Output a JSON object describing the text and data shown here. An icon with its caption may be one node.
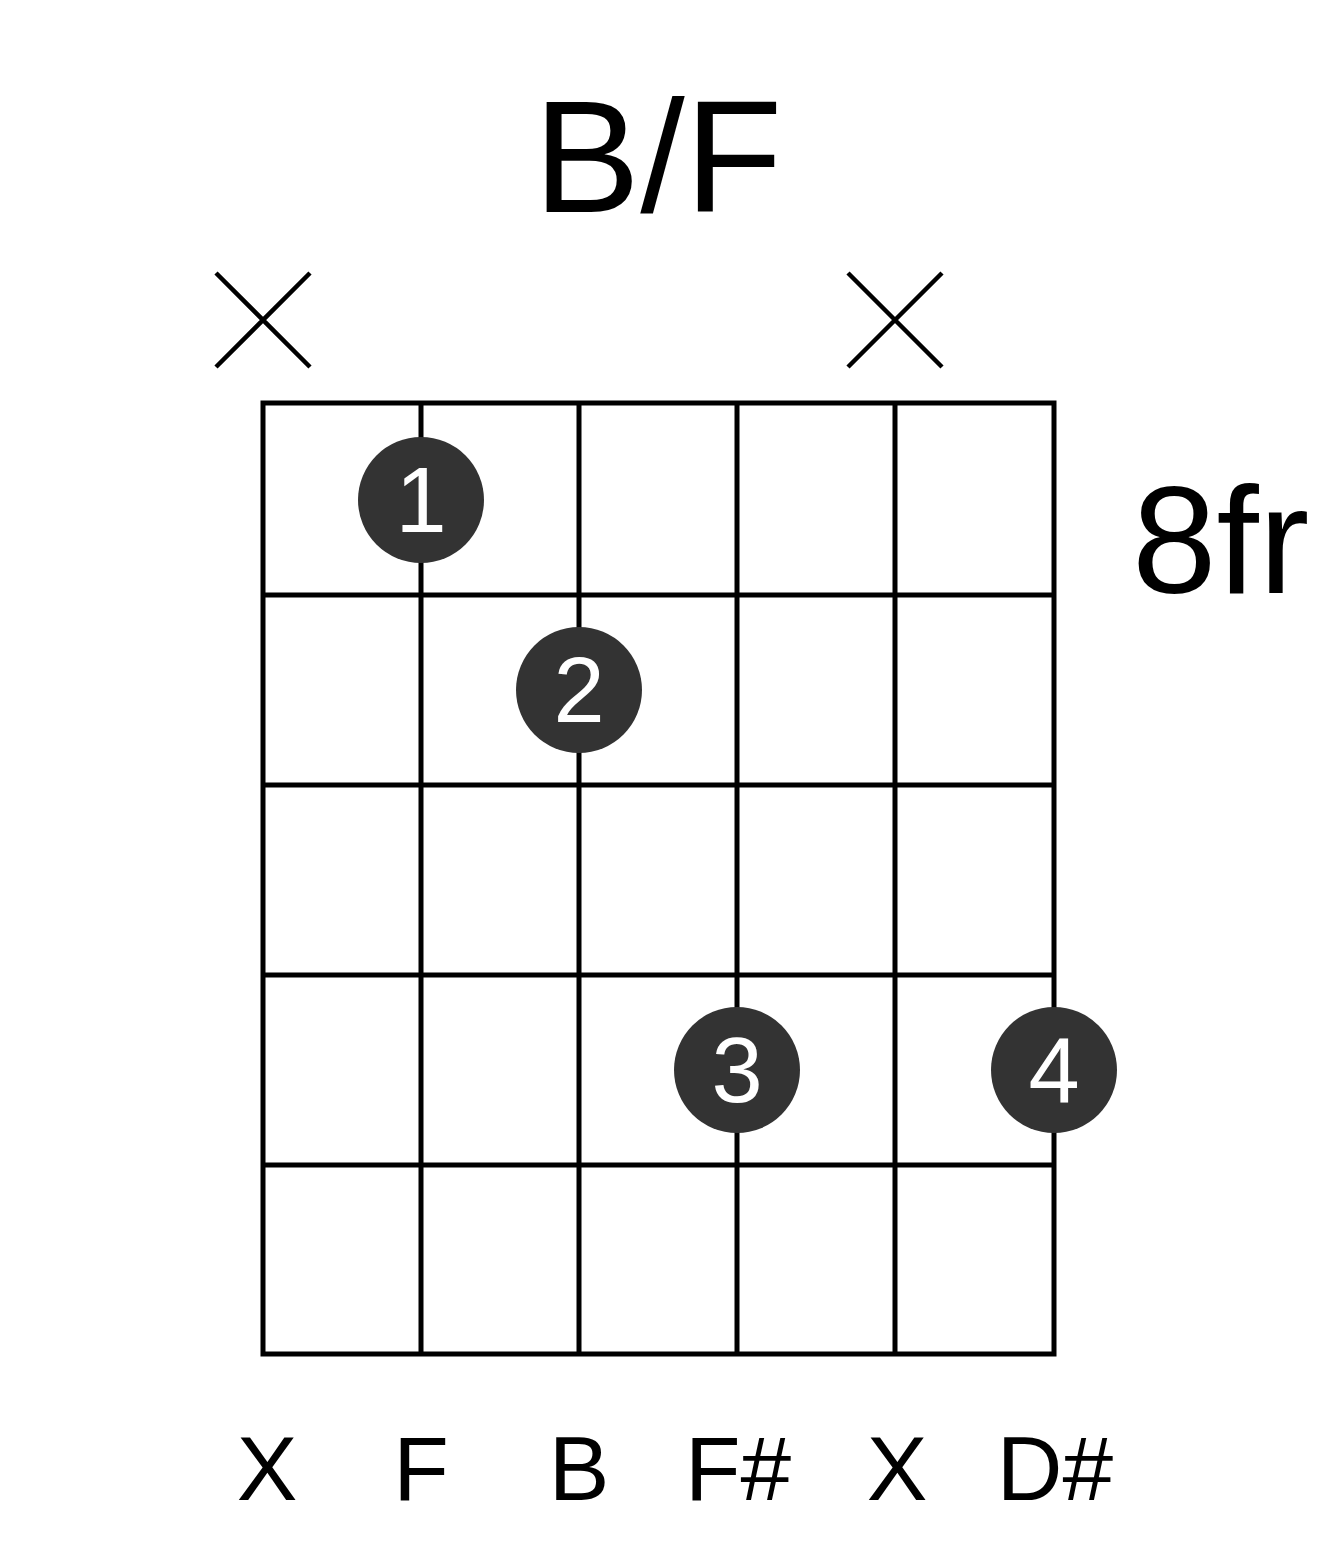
{
  "diagram": {
    "title": "B/F",
    "nodes": [
      {
        "text": [
          "1"
        ]
      },
      {
        "text": [
          "2"
        ]
      },
      {
        "text": [
          "3"
        ]
      },
      {
        "text": [
          "4"
        ]
      }
    ],
    "labels": [
      "8fr",
      "X",
      "F",
      "B",
      "F#",
      "X",
      "D#"
    ]
  }
}
